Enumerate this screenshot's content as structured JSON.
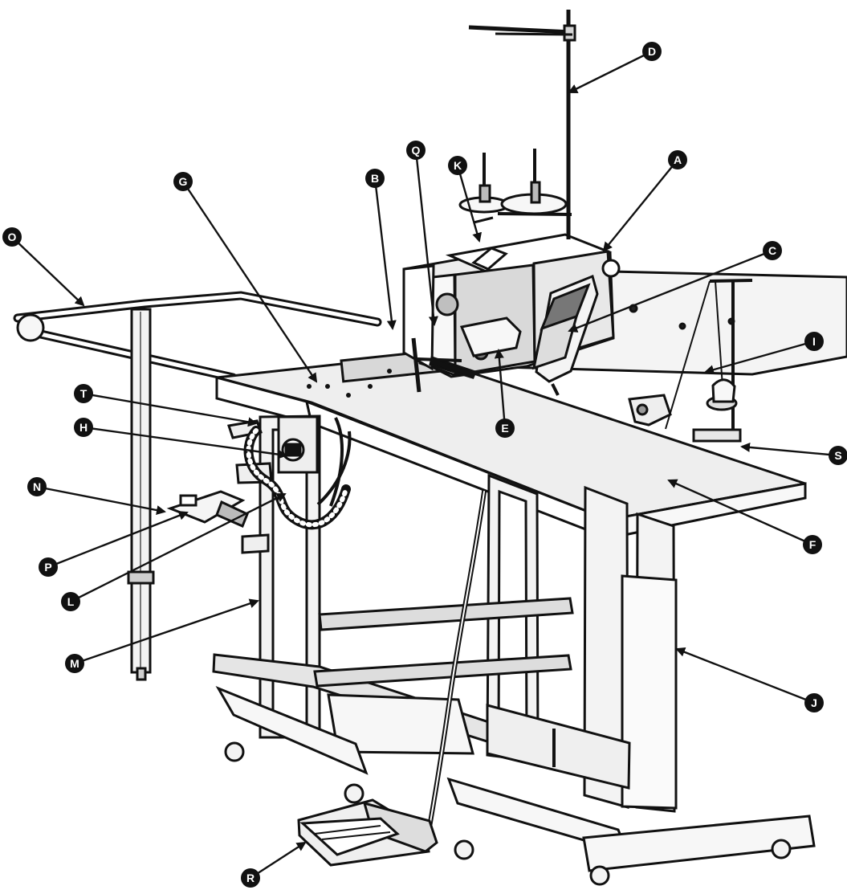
{
  "diagram": {
    "colors": {
      "ink": "#111111",
      "paper": "#ffffff",
      "table": "#eeeeee",
      "metal": "#d8d8d8",
      "shadow": "#9c9c9c"
    },
    "callouts": [
      {
        "id": "A",
        "label": "A"
      },
      {
        "id": "B",
        "label": "B"
      },
      {
        "id": "C",
        "label": "C"
      },
      {
        "id": "D",
        "label": "D"
      },
      {
        "id": "E",
        "label": "E"
      },
      {
        "id": "F",
        "label": "F"
      },
      {
        "id": "G",
        "label": "G"
      },
      {
        "id": "H",
        "label": "H"
      },
      {
        "id": "I",
        "label": "I"
      },
      {
        "id": "J",
        "label": "J"
      },
      {
        "id": "K",
        "label": "K"
      },
      {
        "id": "L",
        "label": "L"
      },
      {
        "id": "M",
        "label": "M"
      },
      {
        "id": "N",
        "label": "N"
      },
      {
        "id": "O",
        "label": "O"
      },
      {
        "id": "P",
        "label": "P"
      },
      {
        "id": "Q",
        "label": "Q"
      },
      {
        "id": "R",
        "label": "R"
      },
      {
        "id": "S",
        "label": "S"
      },
      {
        "id": "T",
        "label": "T"
      }
    ]
  }
}
